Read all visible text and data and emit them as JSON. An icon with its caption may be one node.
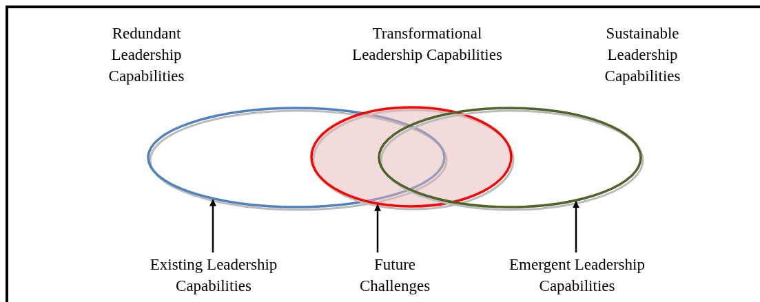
{
  "diagram": {
    "nodes": [
      {
        "text": [
          "Redundant Leadership Capabilities"
        ]
      },
      {
        "text": [
          "Transformational Leadership Capabilities"
        ]
      },
      {
        "text": [
          "Sustainable Leadership Capabilities"
        ]
      },
      {
        "text": [
          "Existing Leadership Capabilities"
        ]
      },
      {
        "text": [
          "Future Challenges"
        ]
      },
      {
        "text": [
          "Emergent Leadership Capabilities"
        ]
      }
    ],
    "edges": [
      {
        "from": 3,
        "to": 0,
        "arrow": "to"
      },
      {
        "from": 4,
        "to": 1,
        "arrow": "to"
      },
      {
        "from": 5,
        "to": 2,
        "arrow": "to"
      }
    ]
  }
}
